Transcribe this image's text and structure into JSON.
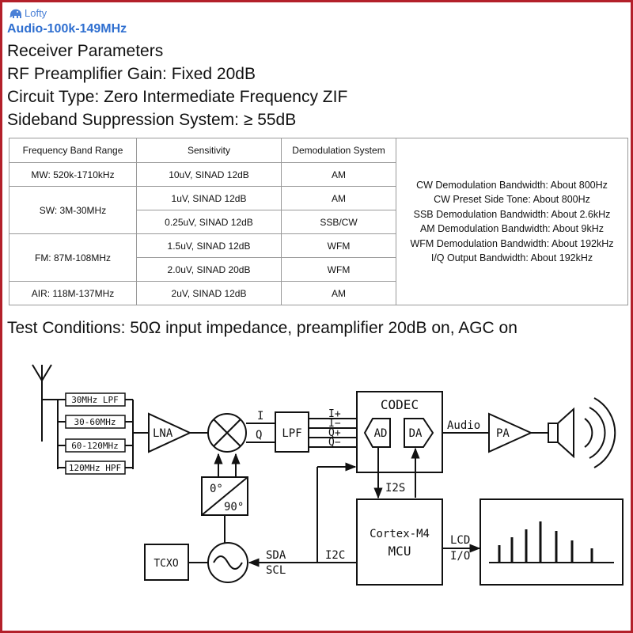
{
  "brand": {
    "name": "Lofty",
    "logo_icon": "elephant-icon"
  },
  "subtitle": "Audio-100k-149MHz",
  "params": [
    "Receiver Parameters",
    "RF Preamplifier Gain: Fixed 20dB",
    "Circuit Type: Zero Intermediate Frequency ZIF",
    "Sideband Suppression System: ≥ 55dB"
  ],
  "table": {
    "headers": [
      "Frequency Band Range",
      "Sensitivity",
      "Demodulation System"
    ],
    "bands": [
      "MW: 520k-1710kHz",
      "SW: 3M-30MHz",
      "FM: 87M-108MHz",
      "AIR: 118M-137MHz"
    ],
    "rows": [
      {
        "sensitivity": "10uV, SINAD 12dB",
        "demod": "AM"
      },
      {
        "sensitivity": "1uV, SINAD 12dB",
        "demod": "AM"
      },
      {
        "sensitivity": "0.25uV, SINAD 12dB",
        "demod": "SSB/CW"
      },
      {
        "sensitivity": "1.5uV, SINAD 12dB",
        "demod": "WFM"
      },
      {
        "sensitivity": "2.0uV, SINAD 20dB",
        "demod": "WFM"
      },
      {
        "sensitivity": "2uV, SINAD 12dB",
        "demod": "AM"
      }
    ],
    "notes": [
      "CW Demodulation Bandwidth: About 800Hz",
      "CW Preset Side Tone: About 800Hz",
      "SSB Demodulation Bandwidth: About 2.6kHz",
      "AM Demodulation Bandwidth: About 9kHz",
      "WFM Demodulation Bandwidth: About 192kHz",
      "I/Q Output Bandwidth: About 192kHz"
    ]
  },
  "test_conditions": "Test Conditions: 50Ω input impedance, preamplifier 20dB on, AGC on",
  "diagram": {
    "filters": [
      "30MHz LPF",
      "30-60MHz",
      "60-120MHz",
      "120MHz HPF"
    ],
    "lna": "LNA",
    "mixer_i": "I",
    "mixer_q": "Q",
    "lpf": "LPF",
    "iq_out": [
      "I+",
      "I−",
      "Q+",
      "Q−"
    ],
    "phase_top": "0°",
    "phase_bottom": "90°",
    "codec": "CODEC",
    "ad": "AD",
    "da": "DA",
    "audio": "Audio",
    "pa": "PA",
    "i2s": "I2S",
    "mcu_line1": "Cortex-M4",
    "mcu_line2": "MCU",
    "lcd": "LCD",
    "io": "I/O",
    "tcxo": "TCXO",
    "sda": "SDA",
    "scl": "SCL",
    "i2c": "I2C"
  }
}
